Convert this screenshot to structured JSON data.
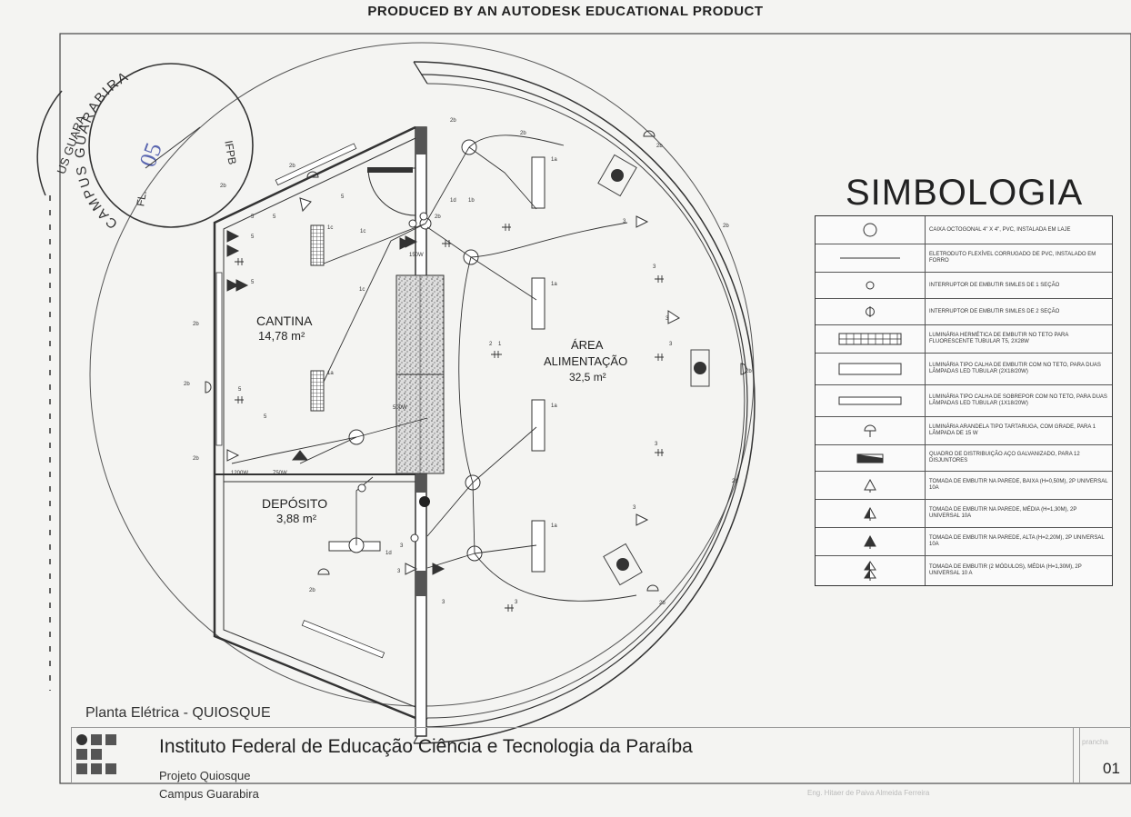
{
  "header": {
    "educational_stamp": "PRODUCED BY AN AUTODESK EDUCATIONAL PRODUCT"
  },
  "stamp": {
    "outer_text": "CAMPUS GUARABIRA",
    "left_partial": "US GUARA",
    "fl_label": "FL.",
    "org_label": "IFPB",
    "handwritten_number": "05"
  },
  "rooms": {
    "cantina": {
      "name": "CANTINA",
      "area": "14,78 m²"
    },
    "deposito": {
      "name": "DEPÓSITO",
      "area": "3,88 m²"
    },
    "area_alimentacao": {
      "name_line1": "ÁREA",
      "name_line2": "ALIMENTAÇÃO",
      "area": "32,5 m²"
    }
  },
  "power_labels": {
    "w150": "150W",
    "w500": "500W",
    "w1200": "1200W",
    "w750": "750W"
  },
  "simbologia": {
    "title": "SIMBOLOGIA",
    "items": [
      {
        "icon": "octagonal-box-icon",
        "description": "CAIXA OCTOGONAL 4\" X 4\", PVC, INSTALADA EM LAJE"
      },
      {
        "icon": "conduit-line-icon",
        "description": "ELETRODUTO FLEXÍVEL CORRUGADO DE PVC, INSTALADO EM FORRO"
      },
      {
        "icon": "single-switch-icon",
        "description": "INTERRUPTOR DE EMBUTIR SIMLES DE 1 SEÇÃO"
      },
      {
        "icon": "double-switch-icon",
        "description": "INTERRUPTOR DE EMBUTIR SIMLES DE 2 SEÇÃO"
      },
      {
        "icon": "hermetic-luminaire-icon",
        "description": "LUMINÁRIA HERMÉTICA DE EMBUTIR NO TETO PARA FLUORESCENTE TUBULAR T5, 2X28W"
      },
      {
        "icon": "recessed-trough-luminaire-icon",
        "description": "LUMINÁRIA TIPO CALHA DE EMBUTIR COM NO TETO, PARA DUAS LÂMPADAS LED TUBULAR (2X18/20W)"
      },
      {
        "icon": "surface-trough-luminaire-icon",
        "description": "LUMINÁRIA TIPO CALHA DE SOBREPOR COM NO TETO, PARA DUAS LÂMPADAS LED TUBULAR (1X18/20W)"
      },
      {
        "icon": "wall-sconce-icon",
        "description": "LUMINÁRIA ARANDELA TIPO TARTARUGA, COM GRADE, PARA 1 LÂMPADA DE 15 W"
      },
      {
        "icon": "distribution-board-icon",
        "description": "QUADRO DE DISTRIBUIÇÃO AÇO GALVANIZADO, PARA 12 DISJUNTORES"
      },
      {
        "icon": "outlet-low-icon",
        "description": "TOMADA DE EMBUTIR NA PAREDE, BAIXA (h=0,50m), 2P UNIVERSAL 10A"
      },
      {
        "icon": "outlet-medium-icon",
        "description": "TOMADA DE EMBUTIR NA PAREDE, MÉDIA (h=1,30m), 2P UNIVERSAL 10A"
      },
      {
        "icon": "outlet-high-icon",
        "description": "TOMADA DE EMBUTIR NA PAREDE, ALTA (h=2,20m), 2P UNIVERSAL 10A"
      },
      {
        "icon": "outlet-double-icon",
        "description": "TOMADA DE EMBUTIR (2 MÓDULOS), MÉDIA (H=1,30M), 2P UNIVERSAL 10 A"
      }
    ]
  },
  "title_block": {
    "plan_title": "Planta Elétrica - QUIOSQUE",
    "institution": "Instituto Federal de Educação Ciência e Tecnologia da Paraíba",
    "project": "Projeto Quiosque",
    "campus": "Campus Guarabira",
    "engineer": "Eng. Hitaer de Paiva Almeida Ferreira",
    "sheet_label": "prancha",
    "sheet_number": "01"
  },
  "colors": {
    "line": "#333333",
    "paper": "#f4f4f2",
    "stamp_ink": "#5a66b0"
  }
}
